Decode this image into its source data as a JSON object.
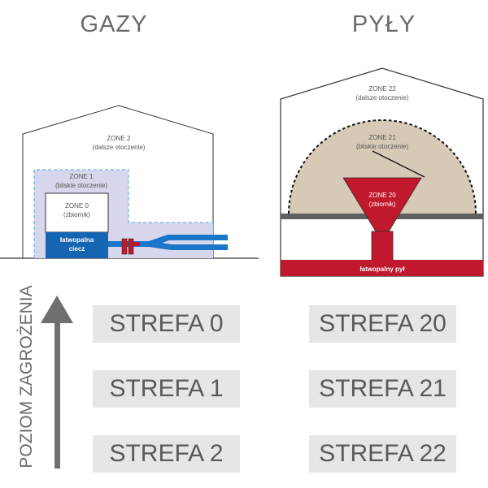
{
  "headings": {
    "gases": "GAZY",
    "dusts": "PYŁY"
  },
  "gases": {
    "zone2": {
      "title": "ZONE 2",
      "sub": "(dalsze otoczenie)"
    },
    "zone1": {
      "title": "ZONE 1",
      "sub": "(bliskie otoczenie)"
    },
    "zone0": {
      "title": "ZONE 0",
      "sub": "(zbiornik)"
    },
    "liquid": {
      "line1": "łatwopalna",
      "line2": "ciecz"
    }
  },
  "dusts": {
    "zone22": {
      "title": "ZONE 22",
      "sub": "(dalsze otoczenie)"
    },
    "zone21": {
      "title": "ZONE 21",
      "sub": "(bliskie otoczenie)"
    },
    "zone20": {
      "title": "ZONE 20",
      "sub": "(zbiornik)"
    },
    "dust": "łatwopalny pył"
  },
  "strefy": {
    "gases": [
      "STREFA 0",
      "STREFA 1",
      "STREFA 2"
    ],
    "dusts": [
      "STREFA 20",
      "STREFA 21",
      "STREFA 22"
    ]
  },
  "axis_label": "POZIOM ZAGROŻENIA",
  "colors": {
    "zone1_fill": "#d6d6ec",
    "zone1_border": "#5aaad8",
    "liquid_blue": "#1565b2",
    "pipe_blue": "#1976c8",
    "flange_red": "#c0182c",
    "dust_red": "#c0182c",
    "zone21_tan": "#d6c9b5",
    "floor_gray": "#606060",
    "arrow_gray": "#6e6e6e",
    "strefa_bg": "#e6e6e6"
  }
}
